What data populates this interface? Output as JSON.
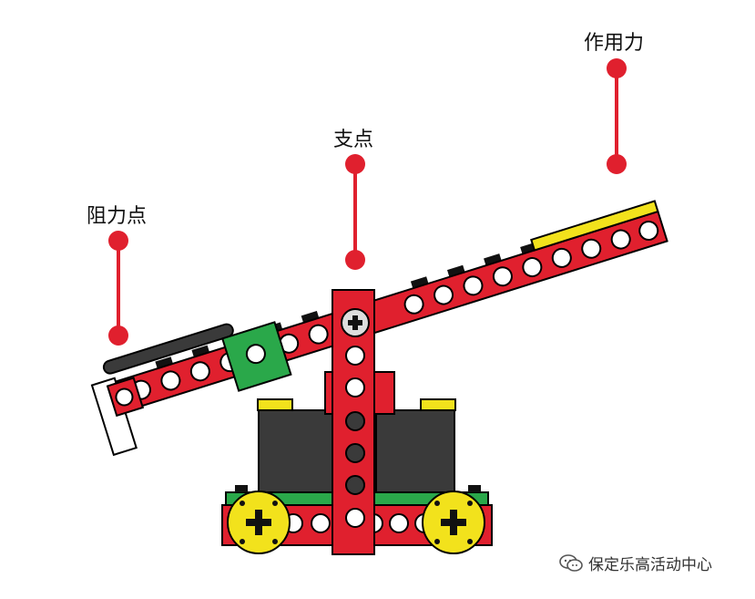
{
  "labels": {
    "effort": "作用力",
    "fulcrum": "支点",
    "load": "阻力点"
  },
  "watermark": {
    "icon": "wechat-icon",
    "text": "保定乐高活动中心"
  },
  "colors": {
    "marker": "#e0202e",
    "beam": "#e0202e",
    "beam_dark": "#a8121c",
    "tile_yellow": "#f2e21c",
    "plate_green": "#2aa84a",
    "body_dark": "#3a3a3a",
    "wheel": "#f2e21c",
    "stud_black": "#111111",
    "white": "#ffffff"
  }
}
